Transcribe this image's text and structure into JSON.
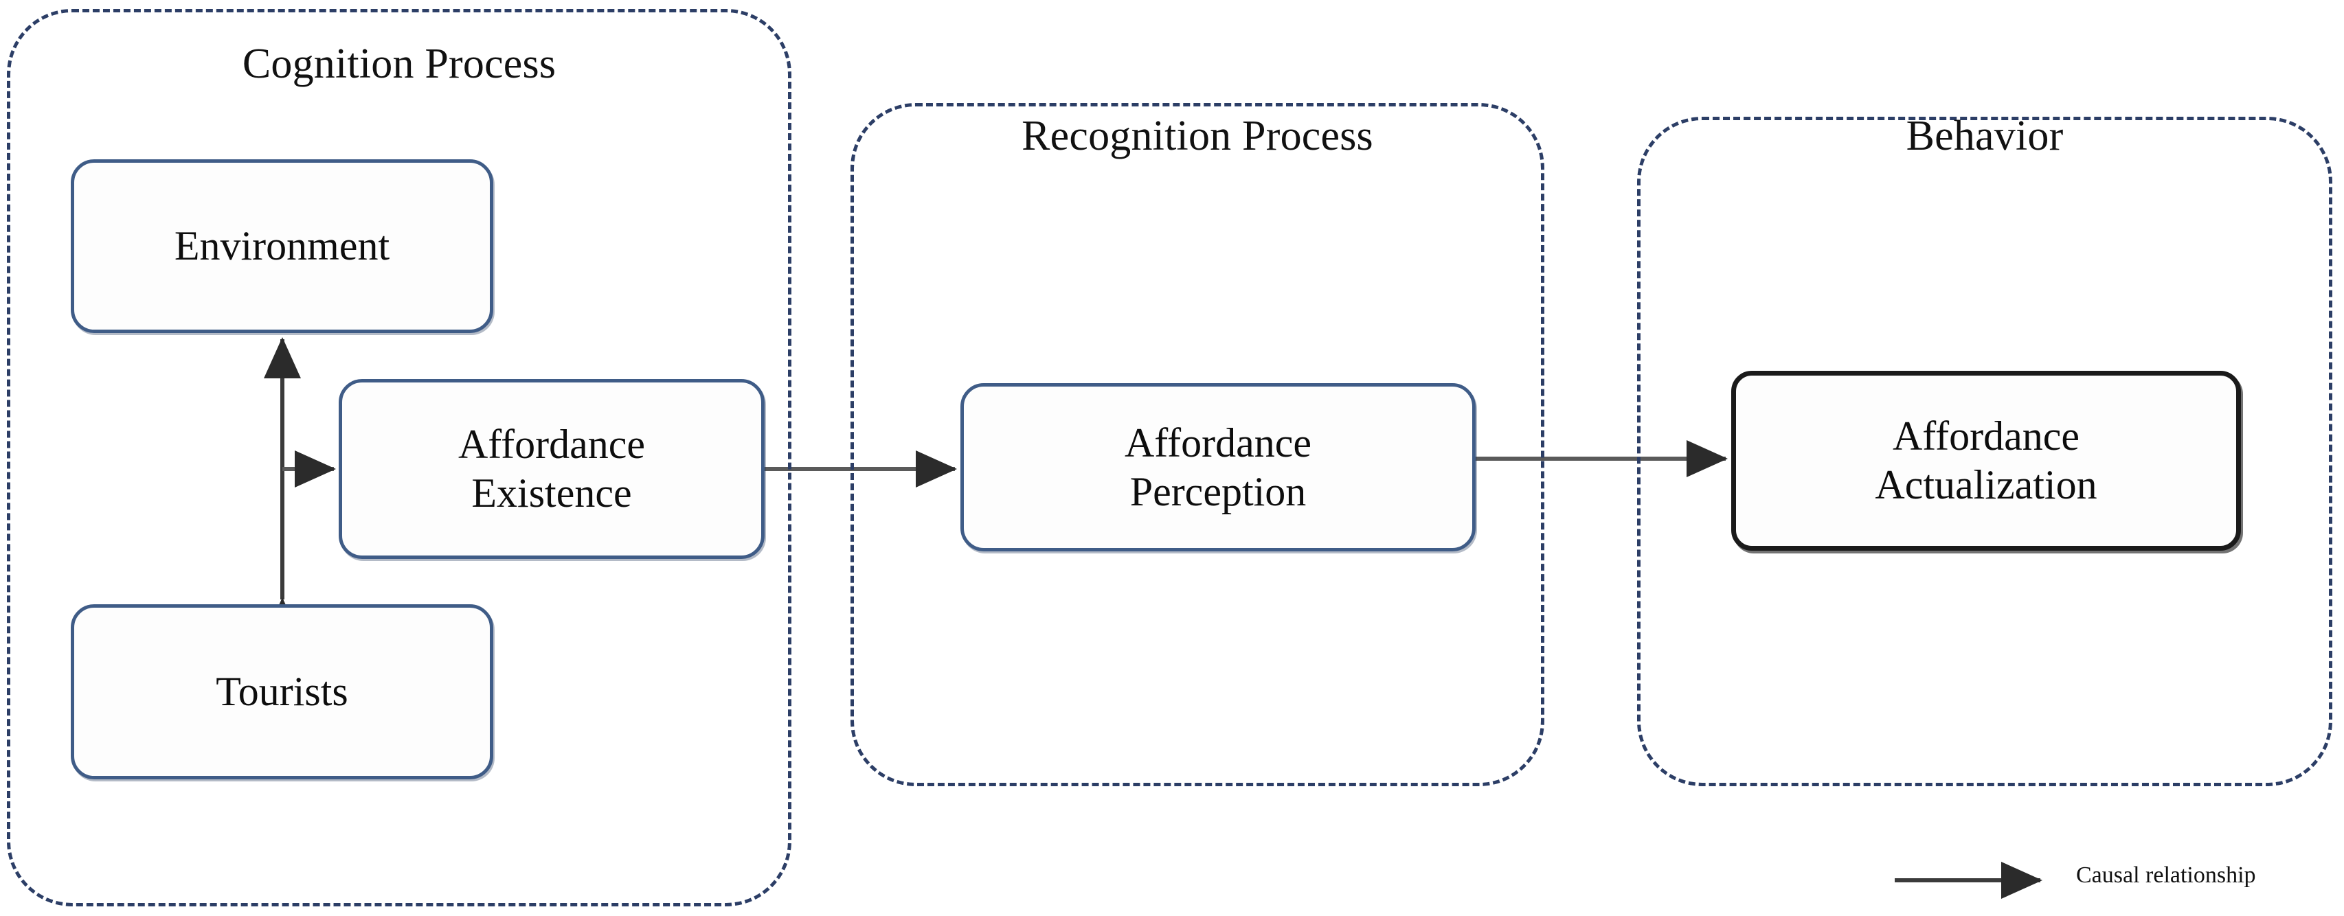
{
  "diagram": {
    "title": "Affordance cognition-recognition-behavior process model",
    "groups": [
      {
        "id": "cognition",
        "label": "Cognition Process"
      },
      {
        "id": "recognition",
        "label": "Recognition Process"
      },
      {
        "id": "behavior",
        "label": "Behavior"
      }
    ],
    "nodes": [
      {
        "id": "environment",
        "label": "Environment"
      },
      {
        "id": "existence",
        "label": "Affordance\nExistence",
        "line1": "Affordance",
        "line2": "Existence"
      },
      {
        "id": "tourists",
        "label": "Tourists"
      },
      {
        "id": "perception",
        "label": "Affordance\nPerception",
        "line1": "Affordance",
        "line2": "Perception"
      },
      {
        "id": "actualization",
        "label": "Affordance\nActualization",
        "line1": "Affordance",
        "line2": "Actualization"
      }
    ],
    "edges": [
      {
        "from": "environment",
        "to": "tourists",
        "type": "double-arrow-vertical"
      },
      {
        "from": "env-tourists-axis",
        "to": "existence",
        "type": "arrow-right"
      },
      {
        "from": "existence",
        "to": "perception",
        "type": "arrow-right"
      },
      {
        "from": "perception",
        "to": "actualization",
        "type": "arrow-right"
      }
    ],
    "legend": {
      "icon": "arrow-right-icon",
      "label": "Causal relationship"
    },
    "colors": {
      "group_border": "#2c3e66",
      "node_border": "#3f5c87",
      "node_border_emphasis": "#1a1a1a",
      "arrow": "#4a4a4a",
      "text": "#0d0d0d",
      "background": "#ffffff"
    }
  }
}
